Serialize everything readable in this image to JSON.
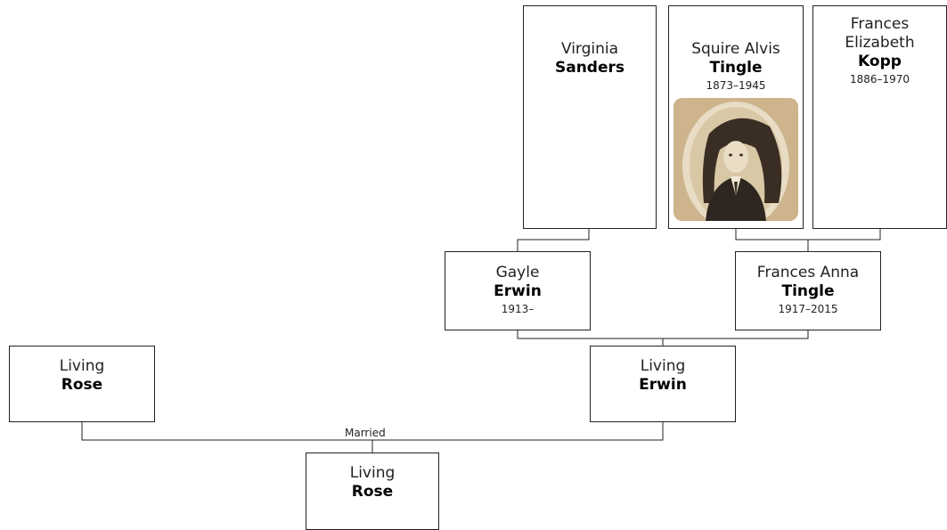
{
  "connector_label": "Married",
  "people": {
    "virginia_sanders": {
      "given": "Virginia",
      "surname": "Sanders",
      "dates": ""
    },
    "squire_alvis_tingle": {
      "given": "Squire Alvis",
      "surname": "Tingle",
      "dates": "1873–1945"
    },
    "frances_elizabeth_kopp": {
      "given": "Frances Elizabeth",
      "surname": "Kopp",
      "dates": "1886–1970"
    },
    "gayle_erwin": {
      "given": "Gayle",
      "surname": "Erwin",
      "dates": "1913–"
    },
    "frances_anna_tingle": {
      "given": "Frances Anna",
      "surname": "Tingle",
      "dates": "1917–2015"
    },
    "living_rose_spouse": {
      "given": "Living",
      "surname": "Rose",
      "dates": ""
    },
    "living_erwin": {
      "given": "Living",
      "surname": "Erwin",
      "dates": ""
    },
    "living_rose_child": {
      "given": "Living",
      "surname": "Rose",
      "dates": ""
    }
  },
  "colors": {
    "line": "#222222",
    "photo_sepia": "#c9b08a"
  }
}
